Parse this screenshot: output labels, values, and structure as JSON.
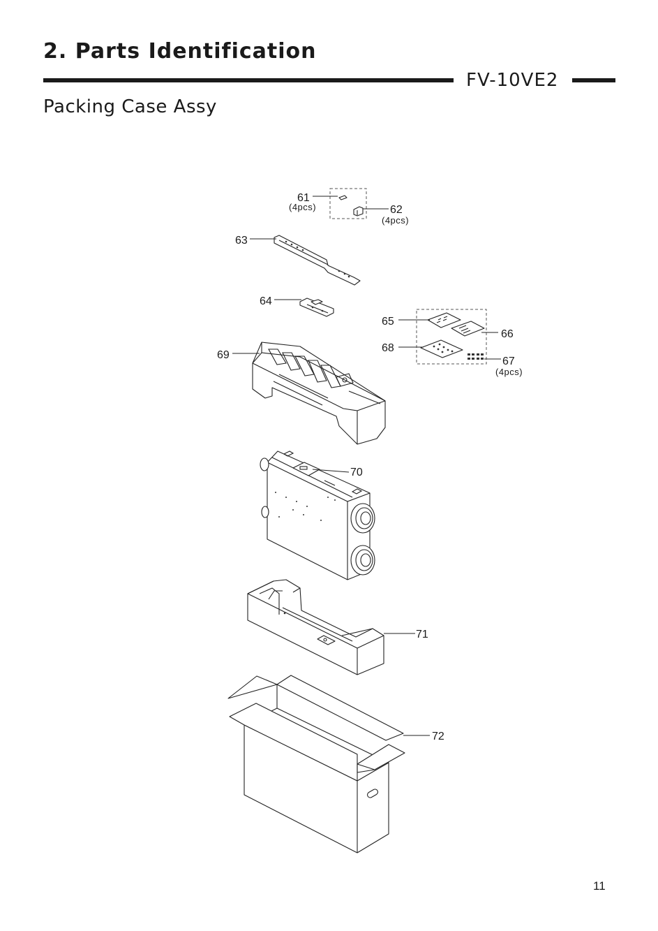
{
  "header": {
    "section_title": "2. Parts Identification",
    "model": "FV-10VE2",
    "subtitle": "Packing Case Assy"
  },
  "callouts": [
    {
      "number": "61",
      "qty": "(4pcs)"
    },
    {
      "number": "62",
      "qty": "(4pcs)"
    },
    {
      "number": "63",
      "qty": ""
    },
    {
      "number": "64",
      "qty": ""
    },
    {
      "number": "65",
      "qty": ""
    },
    {
      "number": "66",
      "qty": ""
    },
    {
      "number": "67",
      "qty": "(4pcs)"
    },
    {
      "number": "68",
      "qty": ""
    },
    {
      "number": "69",
      "qty": ""
    },
    {
      "number": "70",
      "qty": ""
    },
    {
      "number": "71",
      "qty": ""
    },
    {
      "number": "72",
      "qty": ""
    }
  ],
  "footer": {
    "page_number": "11"
  }
}
